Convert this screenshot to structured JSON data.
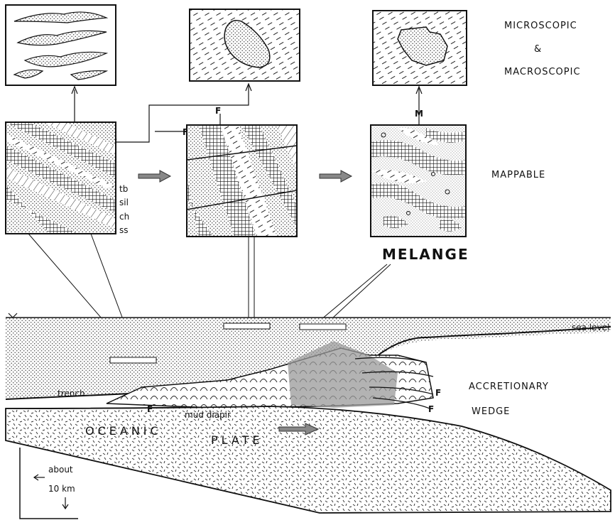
{
  "labels": {
    "microscopic": "MICROSCOPIC",
    "ampersand": "&",
    "macroscopic": "MACROSCOPIC",
    "mappable": "MAPPABLE",
    "melange": "MELANGE",
    "sea_level": "sea  level",
    "trench": "trench",
    "mud_diapir": "mud  diapir",
    "accretionary": "ACCRETIONARY",
    "wedge": "WEDGE",
    "oceanic": "OCEANIC",
    "plate": "PLATE",
    "about": "about",
    "ten_km": "10 km",
    "fault_f": "F",
    "melange_m": "M"
  },
  "legend_units": [
    "tb",
    "sil",
    "ch",
    "ss"
  ]
}
